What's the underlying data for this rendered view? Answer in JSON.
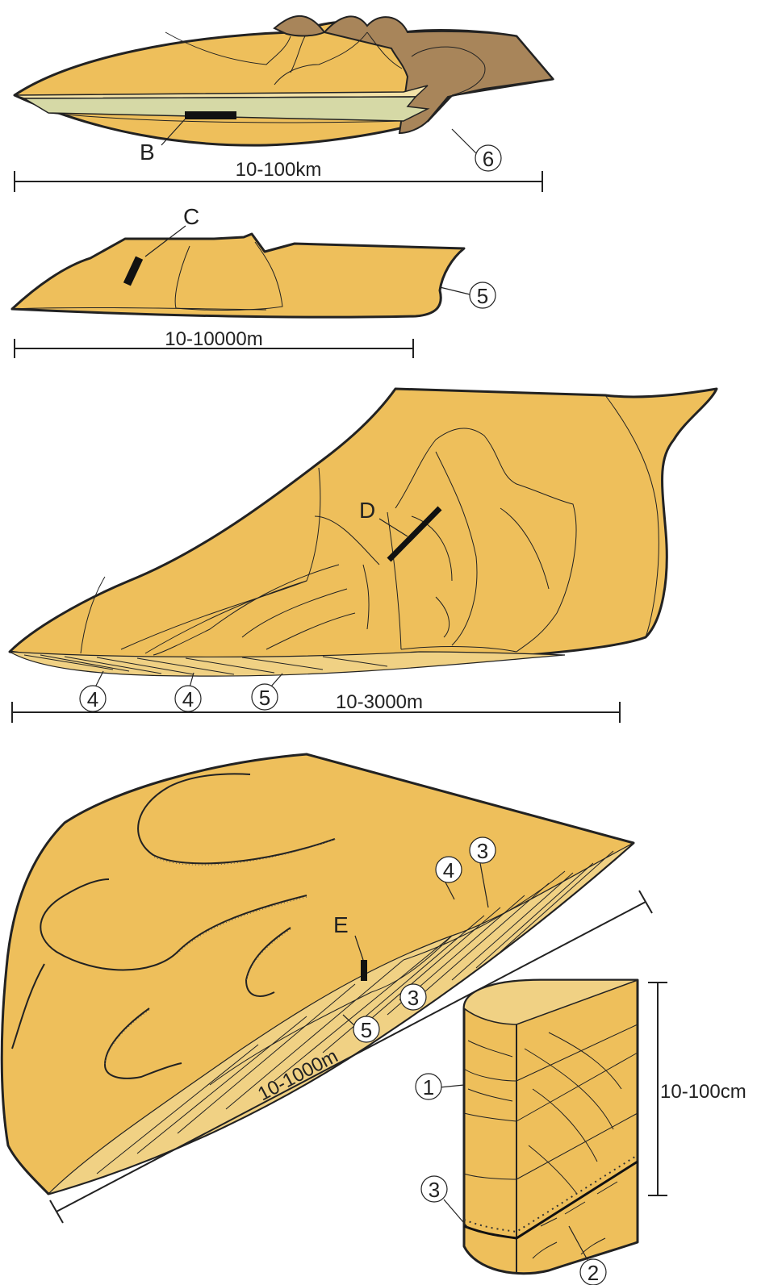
{
  "panels": [
    {
      "id": "A",
      "scale_label": "10-100km",
      "callouts": [
        "6"
      ],
      "marker_label": "B"
    },
    {
      "id": "B",
      "scale_label": "10-10000m",
      "callouts": [
        "5"
      ],
      "marker_label": "C"
    },
    {
      "id": "C",
      "scale_label": "10-3000m",
      "callouts": [
        "4",
        "4",
        "5"
      ],
      "marker_label": "D"
    },
    {
      "id": "D",
      "scale_label": "10-1000m",
      "callouts": [
        "4",
        "3",
        "3",
        "5"
      ],
      "marker_label": "E"
    },
    {
      "id": "E",
      "scale_label": "10-100cm",
      "callouts": [
        "1",
        "3",
        "2"
      ]
    }
  ],
  "colors": {
    "sand": "#eebf5b",
    "dark_sand": "#a8855a",
    "pale_green": "#d6d9a6",
    "outline": "#222222"
  }
}
